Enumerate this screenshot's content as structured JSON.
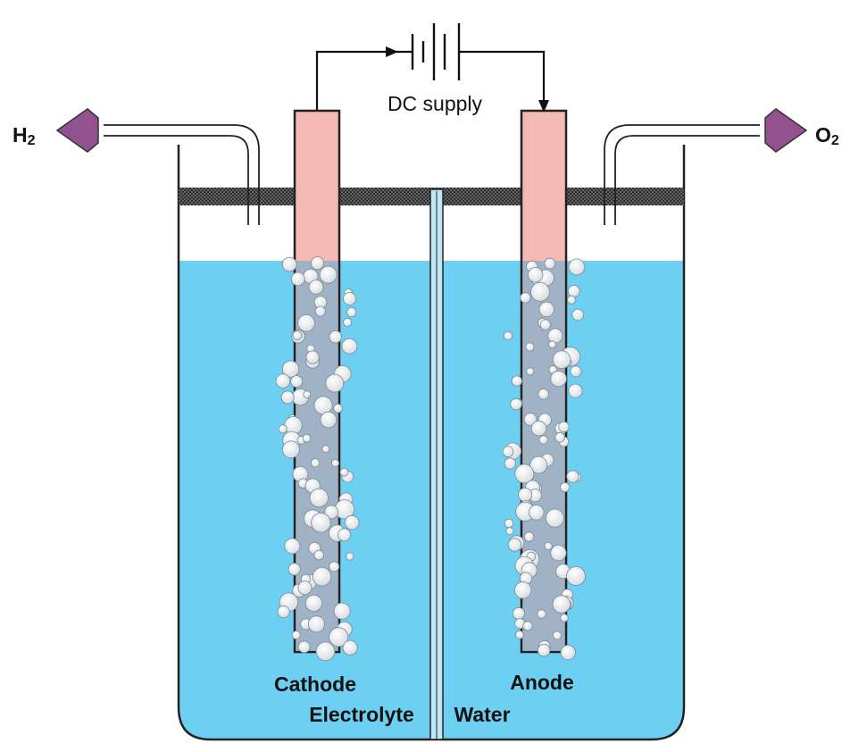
{
  "labels": {
    "power": "DC supply",
    "cathode": "Cathode",
    "anode": "Anode",
    "electrolyte": "Electrolyte",
    "water": "Water"
  },
  "gases": {
    "left": {
      "base": "H",
      "sub": "2"
    },
    "right": {
      "base": "O",
      "sub": "2"
    }
  },
  "colors": {
    "water": "#6dd0f2",
    "electrode": "#f5b9b4",
    "arrow": "#93528f",
    "lid": "#3a3a3a",
    "bubble": "#f4f4f4"
  }
}
